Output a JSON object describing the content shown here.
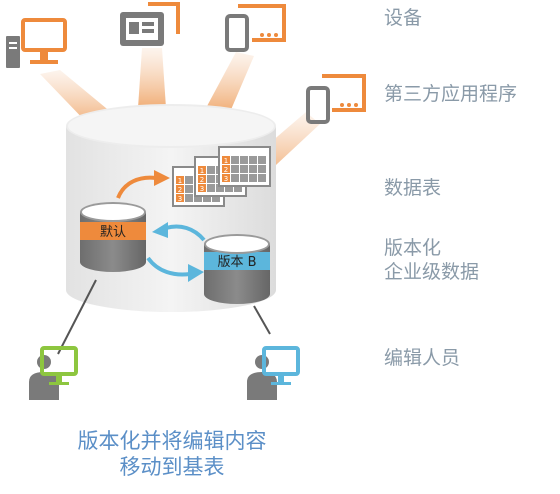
{
  "labels": {
    "devices": "设备",
    "third_party": "第三方应用程序",
    "tables": "数据表",
    "versioned_line1": "版本化",
    "versioned_line2": "企业级数据",
    "editors": "编辑人员"
  },
  "databases": {
    "default": "默认",
    "version_b": "版本 B"
  },
  "table_row_numbers": [
    "1",
    "2",
    "3"
  ],
  "caption": {
    "line1": "版本化并将编辑内容",
    "line2": "移动到基表"
  },
  "colors": {
    "orange": "#ee8a3c",
    "blue": "#5cb6dc",
    "green": "#8dc63f",
    "gray": "#7a7a7a",
    "label": "#8a9aa8",
    "caption": "#5b8fc7"
  }
}
